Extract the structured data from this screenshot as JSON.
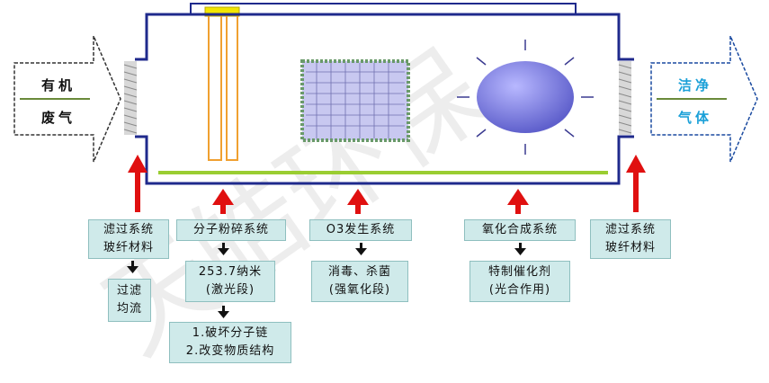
{
  "watermark": "天皓环保",
  "inlet_arrow": {
    "line1": "有机",
    "line2": "废气"
  },
  "outlet_arrow": {
    "line1": "洁净",
    "line2": "气体"
  },
  "boxes": {
    "filter_left": {
      "line1": "滤过系统",
      "line2": "玻纤材料"
    },
    "filter_left_result": {
      "line1": "过滤",
      "line2": "均流"
    },
    "molecular": {
      "line1": "分子粉碎系统"
    },
    "molecular_wave": {
      "line1": "253.7纳米",
      "line2": "(激光段)"
    },
    "molecular_result": {
      "line1": "1.破坏分子链",
      "line2": "2.改变物质结构"
    },
    "ozone": {
      "line1": "O3发生系统"
    },
    "ozone_result": {
      "line1": "消毒、杀菌",
      "line2": "(强氧化段)"
    },
    "oxidation": {
      "line1": "氧化合成系统"
    },
    "oxidation_result": {
      "line1": "特制催化剂",
      "line2": "(光合作用)"
    },
    "filter_right": {
      "line1": "滤过系统",
      "line2": "玻纤材料"
    }
  },
  "colors": {
    "frame": "#1f2a8c",
    "red_arrow": "#e01010",
    "box_fill": "#cfeaea",
    "sphere": "#7f80e0",
    "green_bar": "#9acd32",
    "outlet_text": "#1aa0d8"
  }
}
